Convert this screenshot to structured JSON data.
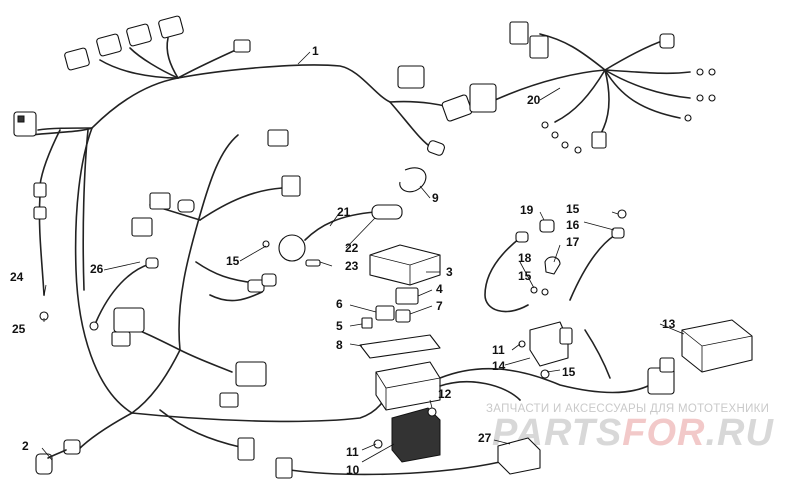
{
  "watermark": {
    "tagline": "ЗАПЧАСТИ И АКСЕССУАРЫ ДЛЯ МОТОТЕХНИКИ",
    "logo": "PARTSFOR.RU"
  },
  "callouts": {
    "c1": "1",
    "c2": "2",
    "c3": "3",
    "c4": "4",
    "c5": "5",
    "c6": "6",
    "c7": "7",
    "c8": "8",
    "c9": "9",
    "c10": "10",
    "c11a": "11",
    "c11b": "11",
    "c12": "12",
    "c13": "13",
    "c14": "14",
    "c15a": "15",
    "c15b": "15",
    "c15c": "15",
    "c15d": "15",
    "c16": "16",
    "c17": "17",
    "c18": "18",
    "c19": "19",
    "c20": "20",
    "c21": "21",
    "c22": "22",
    "c23": "23",
    "c24": "24",
    "c25": "25",
    "c26": "26",
    "c27": "27"
  },
  "colors": {
    "line": "#222222",
    "watermark": "#d8d8d8",
    "watermark_accent": "#f2c9c9"
  }
}
